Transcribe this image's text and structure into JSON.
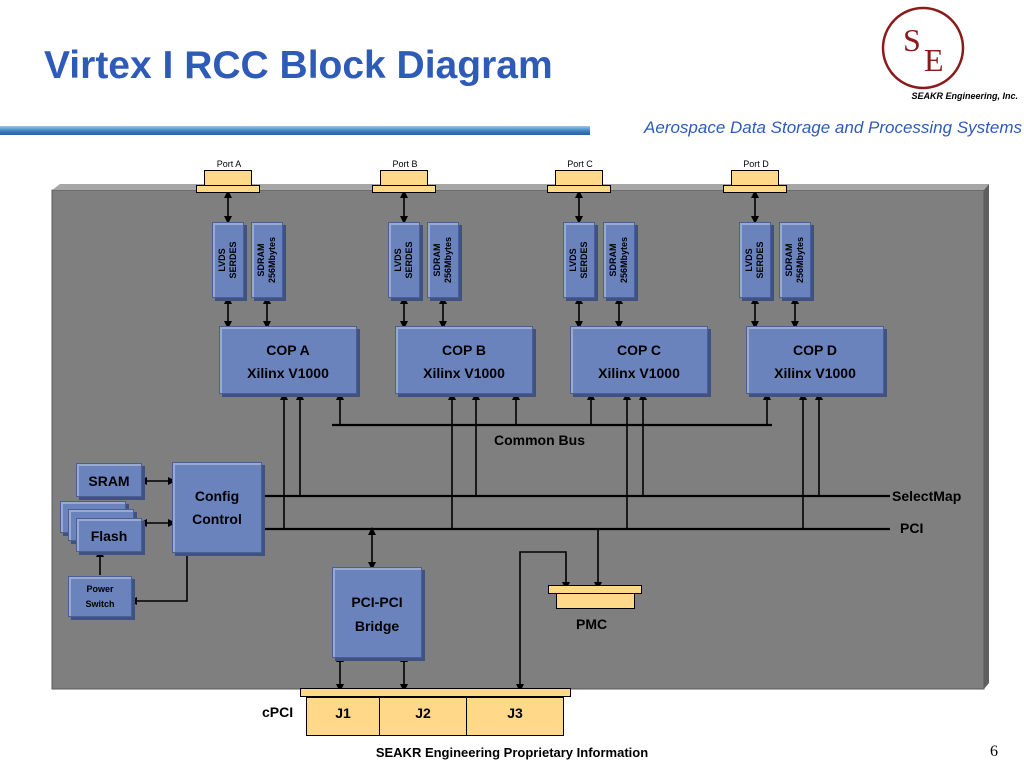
{
  "slide": {
    "title": "Virtex I RCC Block Diagram",
    "company": "SEAKR Engineering, Inc.",
    "tagline": "Aerospace Data Storage and Processing Systems",
    "logo_text": "SE",
    "footer": "SEAKR Engineering Proprietary Information",
    "page_number": "6"
  },
  "diagram": {
    "ports": [
      "Port A",
      "Port B",
      "Port C",
      "Port D"
    ],
    "serdes_label": "LVDS\nSERDES",
    "sdram_label": "SDRAM\n256Mbytes",
    "cops": [
      {
        "name": "COP A",
        "part": "Xilinx V1000"
      },
      {
        "name": "COP B",
        "part": "Xilinx V1000"
      },
      {
        "name": "COP C",
        "part": "Xilinx V1000"
      },
      {
        "name": "COP D",
        "part": "Xilinx V1000"
      }
    ],
    "common_bus": "Common Bus",
    "selectmap": "SelectMap",
    "pci": "PCI",
    "sram": "SRAM",
    "flash": "Flash",
    "config_control": {
      "line1": "Config",
      "line2": "Control"
    },
    "power_switch": {
      "line1": "Power",
      "line2": "Switch"
    },
    "bridge": {
      "line1": "PCI-PCI",
      "line2": "Bridge"
    },
    "pmc": "PMC",
    "cpci": "cPCI",
    "connectors": [
      "J1",
      "J2",
      "J3"
    ]
  },
  "colors": {
    "title": "#2f5bb8",
    "block_fill": "#6b83bd",
    "board": "#7f7f7f",
    "connector": "#ffd88a"
  }
}
